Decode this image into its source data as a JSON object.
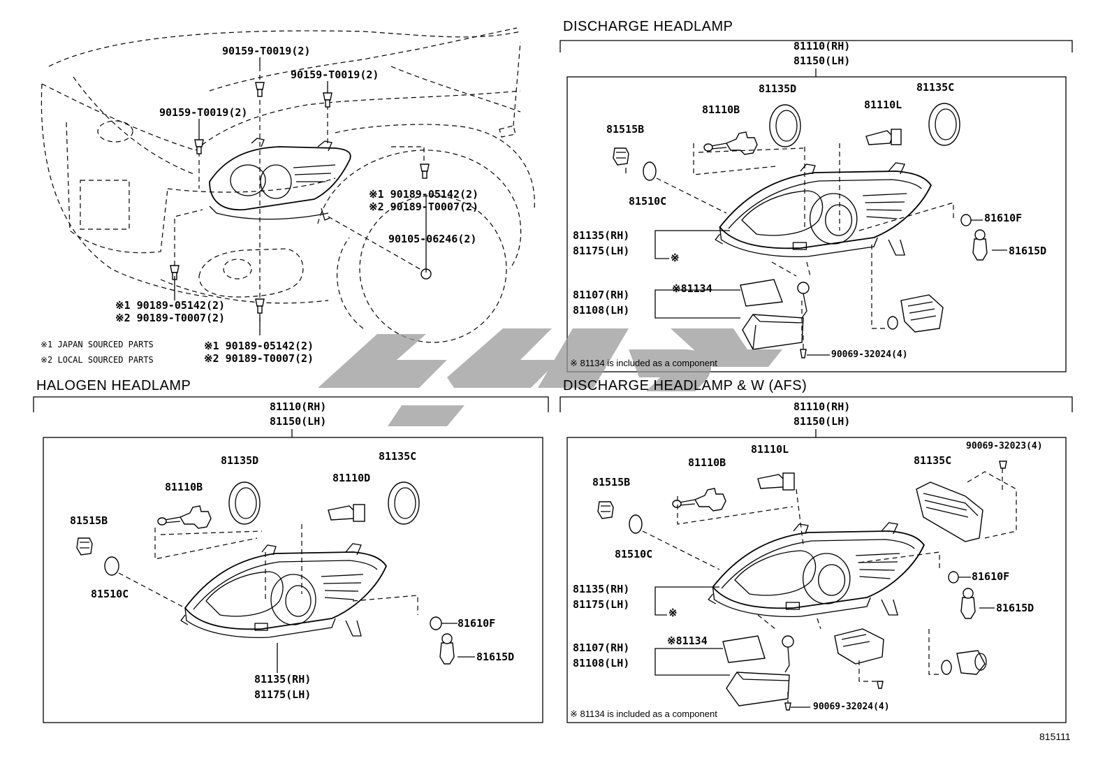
{
  "diagram_id": "815111",
  "top_left": {
    "labels": {
      "bolt_a": "90159-T0019(2)",
      "bolt_b": "90159-T0019(2)",
      "bolt_c": "90159-T0019(2)",
      "clip_right_1": "※1 90189-05142(2)",
      "clip_right_2": "※2 90189-T0007(2)",
      "screw": "90105-06246(2)",
      "clip_left_1": "※1 90189-05142(2)",
      "clip_left_2": "※2 90189-T0007(2)",
      "clip_bottom_1": "※1 90189-05142(2)",
      "clip_bottom_2": "※2 90189-T0007(2)"
    },
    "legend": [
      "※1 JAPAN SOURCED PARTS",
      "※2 LOCAL SOURCED PARTS"
    ]
  },
  "discharge": {
    "title": "DISCHARGE HEADLAMP",
    "assy_rh": "81110(RH)",
    "assy_lh": "81150(LH)",
    "labels": {
      "p81135D": "81135D",
      "p81135C": "81135C",
      "p81110B": "81110B",
      "p81110L": "81110L",
      "p81515B": "81515B",
      "p81510C": "81510C",
      "p81610F": "81610F",
      "p81615D": "81615D",
      "housing_rh": "81135(RH)",
      "housing_lh": "81175(LH)",
      "housing_mark": "※",
      "ballast_rh": "81107(RH)",
      "ballast_lh": "81108(LH)",
      "gasket": "※81134",
      "screw": "90069-32024(4)"
    },
    "note": "※ 81134 is included as a component"
  },
  "halogen": {
    "title": "HALOGEN HEADLAMP",
    "assy_rh": "81110(RH)",
    "assy_lh": "81150(LH)",
    "labels": {
      "p81135D": "81135D",
      "p81135C": "81135C",
      "p81110B": "81110B",
      "p81110D": "81110D",
      "p81515B": "81515B",
      "p81510C": "81510C",
      "p81610F": "81610F",
      "p81615D": "81615D",
      "housing_rh": "81135(RH)",
      "housing_lh": "81175(LH)"
    }
  },
  "afs": {
    "title": "DISCHARGE HEADLAMP & W (AFS)",
    "assy_rh": "81110(RH)",
    "assy_lh": "81150(LH)",
    "labels": {
      "screw_top": "90069-32023(4)",
      "p81135C": "81135C",
      "p81110L": "81110L",
      "p81110B": "81110B",
      "p81515B": "81515B",
      "p81510C": "81510C",
      "p81610F": "81610F",
      "p81615D": "81615D",
      "housing_rh": "81135(RH)",
      "housing_lh": "81175(LH)",
      "housing_mark": "※",
      "ballast_rh": "81107(RH)",
      "ballast_lh": "81108(LH)",
      "gasket": "※81134",
      "screw": "90069-32024(4)"
    },
    "note": "※ 81134 is included as a component"
  }
}
